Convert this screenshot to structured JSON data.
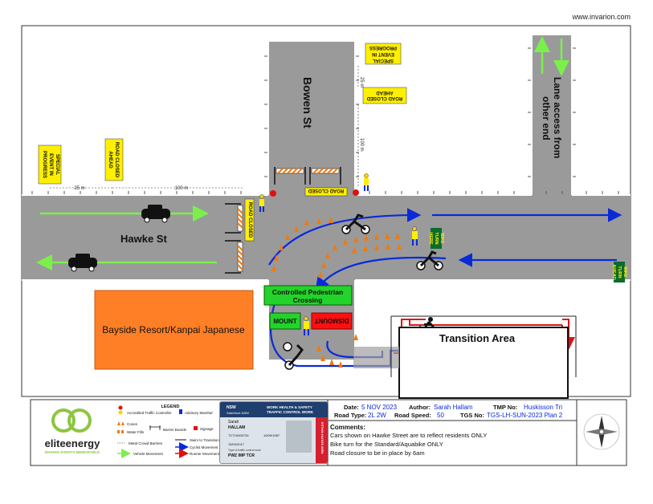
{
  "header": {
    "website": "www.invarion.com"
  },
  "streets": {
    "hawke": "Hawke St",
    "bowen": "Bowen St",
    "lane_access_1": "Lane access from",
    "lane_access_2": "other end"
  },
  "venue": {
    "name": "Bayside Resort/Kanpai Japanese"
  },
  "signs": {
    "special_event_1": "SPECIAL",
    "special_event_2": "EVENT IN",
    "special_event_3": "PROGRESS",
    "road_closed_ahead_1": "ROAD CLOSED",
    "road_closed_ahead_2": "AHEAD",
    "road_closed": "ROAD CLOSED",
    "bike_turn_here_1": "BIKE",
    "bike_turn_here_2": "TURN",
    "bike_turn_here_3": "HERE",
    "bike_turn_ahead_1": "BIKE",
    "bike_turn_ahead_2": "TURN",
    "bike_turn_ahead_3": "AHEAD"
  },
  "distances": {
    "d25": "25 m",
    "d100": "100 m"
  },
  "zones": {
    "crossing_1": "Controlled Pedestrian",
    "crossing_2": "Crossing",
    "mount": "MOUNT",
    "dismount": "DISMOUNT",
    "transition": "Transition Area"
  },
  "legend": {
    "title": "LEGEND",
    "items": {
      "controller": "Accredited Traffic Controller",
      "marshal": "Advisory Marshal",
      "cones": "Cones",
      "water_fills": "Water Fills",
      "barrier_boards": "Barrier Boards",
      "signage": "Signage",
      "crowd_barriers": "Metal Crowd Barriers",
      "vehicle": "Vehicle Movement",
      "swim": "Swim to Transition",
      "cyclist": "Cyclist Movement",
      "runner": "Runner Movement"
    }
  },
  "logo": {
    "name": "eliteenergy",
    "tagline": "MAKING EVENTS MEMORABLE"
  },
  "card": {
    "authority": "NSW",
    "issuer": "SafeWork NSW",
    "title_1": "WORK HEALTH & SAFETY",
    "title_2": "TRAFFIC CONTROL WORK",
    "holder_first": "Sarah",
    "holder_last": "HALLAM",
    "card_no": "TCT10000734",
    "dob": "10/09/1987",
    "date_issue": "19/04/2017",
    "class_label": "Type of traffic control work",
    "class_codes": "PWZ IMP TCR",
    "side_text": "NEW SOUTH WALES"
  },
  "info": {
    "date_label": "Date:",
    "date_value": "5 NOV 2023",
    "author_label": "Author:",
    "author_value": "Sarah Hallam",
    "tmp_label": "TMP No:",
    "tmp_value": "Huskisson Tri",
    "road_type_label": "Road Type:",
    "road_type_value": "2L 2W",
    "road_speed_label": "Road Speed:",
    "road_speed_value": "50",
    "tgs_label": "TGS No:",
    "tgs_value": "TGS-LH-SUN-2023 Plan 2",
    "comments_label": "Comments:",
    "comments": [
      "Cars shown on Hawke Street are to reflect residents ONLY",
      "Bike turn for the Standard/Aquabike ONLY",
      "Road closure to be in place by 6am"
    ]
  },
  "colors": {
    "road": "#9a9a9a",
    "sign_yellow": "#ffef00",
    "sign_green": "#0b6b2b",
    "cyclist_blue": "#0a2ad8",
    "runner_red": "#e01010",
    "vehicle_green": "#7cf04a",
    "venue_orange": "#ff7f26",
    "crossing_green": "#22d42a",
    "cone_orange": "#f07a10"
  }
}
